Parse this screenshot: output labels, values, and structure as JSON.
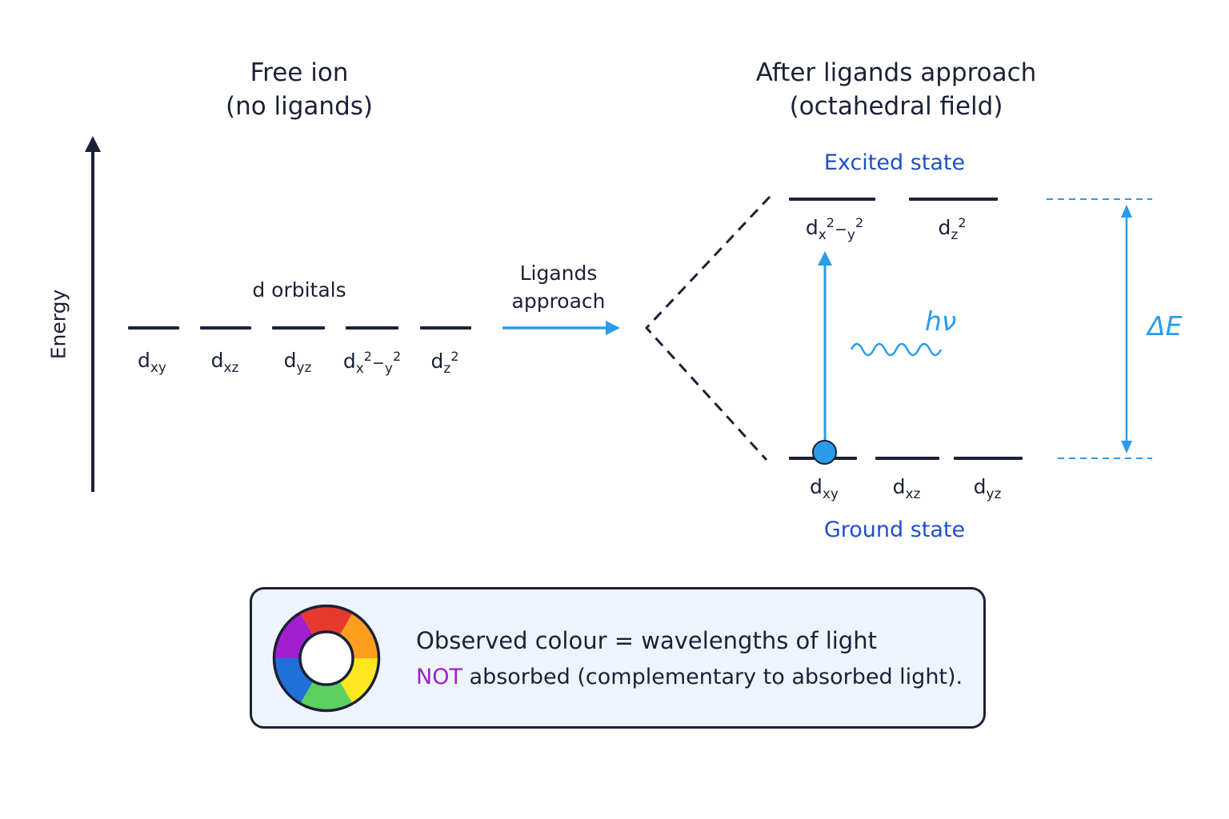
{
  "titles": {
    "free_ion_line1": "Free ion",
    "free_ion_line2": "(no ligands)",
    "after_line1": "After ligands approach",
    "after_line2": "(octahedral field)"
  },
  "axis": {
    "energy": "Energy"
  },
  "free_ion": {
    "caption": "d orbitals",
    "orbitals": [
      {
        "base": "d",
        "sub": "xy"
      },
      {
        "base": "d",
        "sub": "xz"
      },
      {
        "base": "d",
        "sub": "yz"
      },
      {
        "base": "d",
        "sub": "x",
        "sup1": "2",
        "mid": "−",
        "sub2": "y",
        "sup2": "2"
      },
      {
        "base": "d",
        "sub": "z",
        "sup": "2"
      }
    ]
  },
  "arrow_label": {
    "line1": "Ligands",
    "line2": "approach"
  },
  "excited": {
    "label": "Excited state",
    "orbitals": [
      {
        "base": "d",
        "sub": "x",
        "sup1": "2",
        "mid": "−",
        "sub2": "y",
        "sup2": "2"
      },
      {
        "base": "d",
        "sub": "z",
        "sup": "2"
      }
    ]
  },
  "ground": {
    "label": "Ground state",
    "orbitals": [
      {
        "base": "d",
        "sub": "xy"
      },
      {
        "base": "d",
        "sub": "xz"
      },
      {
        "base": "d",
        "sub": "yz"
      }
    ]
  },
  "photon_label": "hν",
  "delta_e_label": "ΔE",
  "legend": {
    "line1": "Observed colour = wavelengths of light",
    "not_word": "NOT",
    "line2_rest": " absorbed (complementary to absorbed light).",
    "wheel_colors": [
      "#e8392e",
      "#ff9d1f",
      "#ffe81f",
      "#5cd160",
      "#2170d8",
      "#a21fd0"
    ]
  },
  "colors": {
    "dark": "#1b2136",
    "accent_blue": "#2b9be8",
    "state_blue": "#1e50c8",
    "not_purple": "#9b22c8"
  }
}
